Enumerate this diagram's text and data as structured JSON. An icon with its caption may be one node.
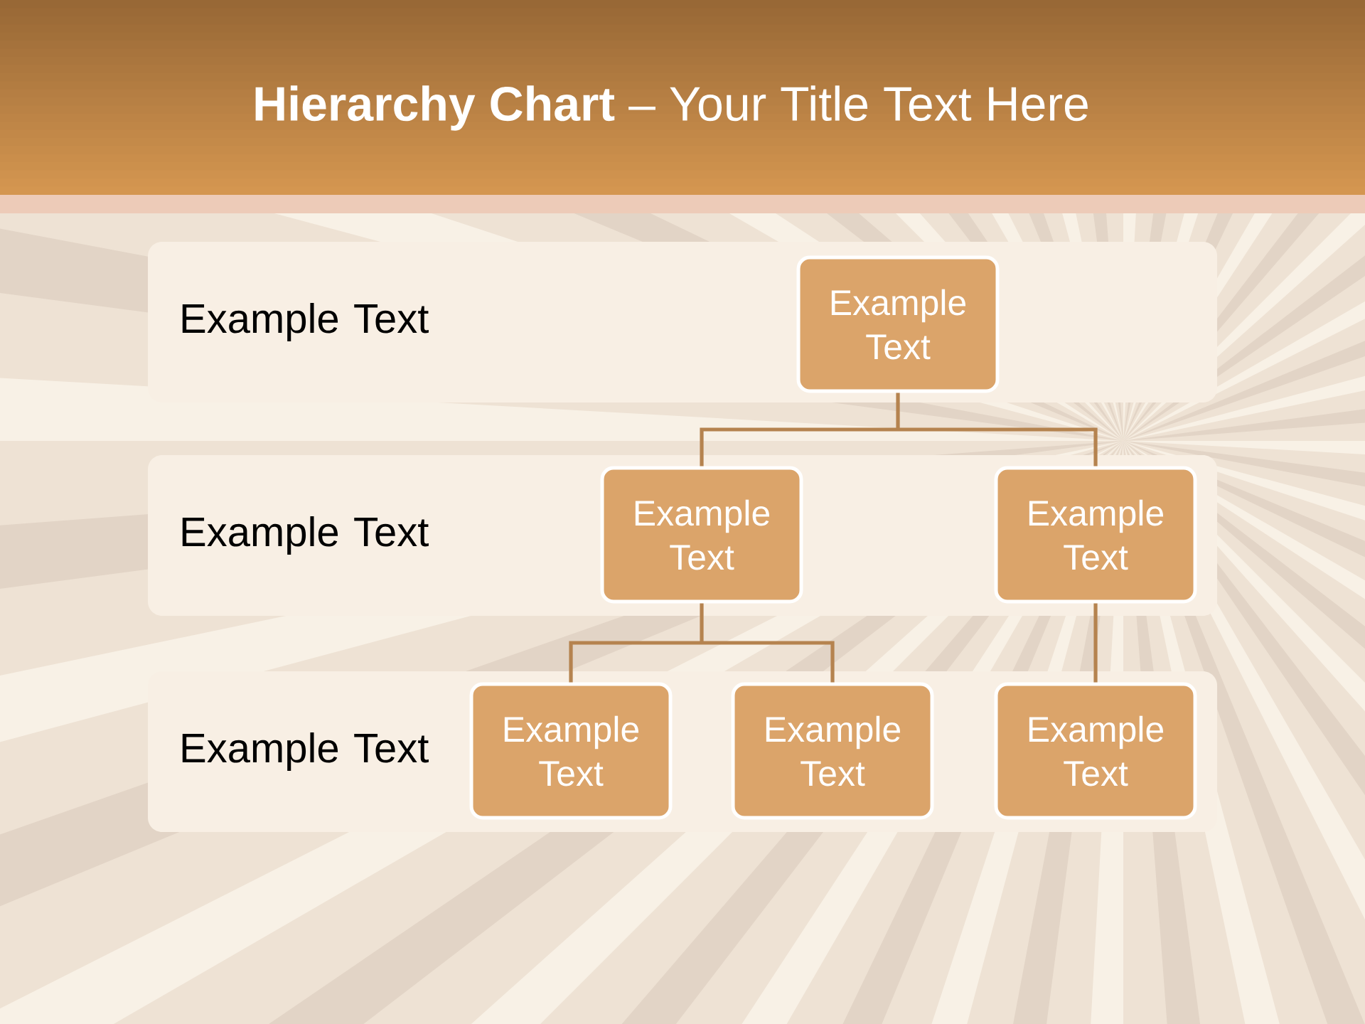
{
  "diagram": {
    "title": "**Hierarchy Chart** – Your Title Text Here",
    "nodes": [
      {
        "text": [
          "Example Text"
        ]
      },
      {
        "text": [
          "Example Text"
        ],
        "in": 0
      },
      {
        "text": [
          "Example Text"
        ]
      },
      {
        "text": [
          "Example Text"
        ],
        "in": 2
      },
      {
        "text": [
          "Example Text"
        ],
        "in": 2
      },
      {
        "text": [
          "Example Text"
        ]
      },
      {
        "text": [
          "Example Text"
        ],
        "in": 5
      },
      {
        "text": [
          "Example Text"
        ],
        "in": 5
      },
      {
        "text": [
          "Example Text"
        ],
        "in": 5
      }
    ],
    "edges": [
      {
        "from": 1,
        "to": 3,
        "arrow": "none"
      },
      {
        "from": 1,
        "to": 4,
        "arrow": "none"
      },
      {
        "from": 3,
        "to": 6,
        "arrow": "none"
      },
      {
        "from": 3,
        "to": 7,
        "arrow": "none"
      },
      {
        "from": 4,
        "to": 8,
        "arrow": "none"
      }
    ]
  }
}
